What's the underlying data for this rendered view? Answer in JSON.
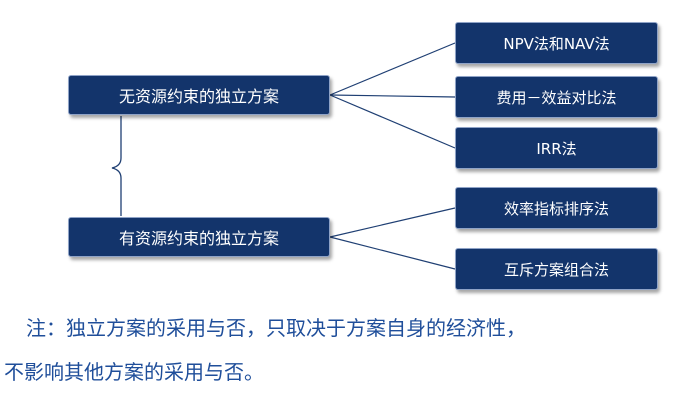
{
  "diagram": {
    "left_nodes": [
      {
        "label": "无资源约束的独立方案"
      },
      {
        "label": "有资源约束的独立方案"
      }
    ],
    "right_nodes": [
      {
        "label": "NPV法和NAV法"
      },
      {
        "label": "费用－效益对比法"
      },
      {
        "label": "IRR法"
      },
      {
        "label": "效率指标排序法"
      },
      {
        "label": "互斥方案组合法"
      }
    ]
  },
  "note": {
    "line1": "注：独立方案的采用与否，只取决于方案自身的经济性，",
    "line2": "不影响其他方案的采用与否。"
  },
  "colors": {
    "box_fill": "#13346b",
    "connector": "#1f3f73",
    "note_text": "#1f4e9a"
  }
}
